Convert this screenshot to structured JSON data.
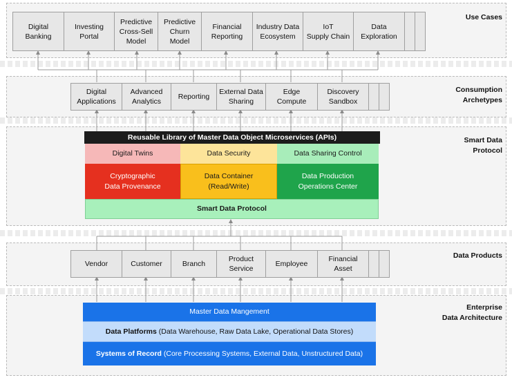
{
  "layers": {
    "use_cases": "Use Cases",
    "consumption": "Consumption\nArchetypes",
    "smart": "Smart Data\nProtocol",
    "data_products": "Data Products",
    "enterprise": "Enterprise\nData  Architecture"
  },
  "use_cases": [
    "Digital\nBanking",
    "Investing\nPortal",
    "Predictive\nCross-Sell\nModel",
    "Predictive\nChurn\nModel",
    "Financial\nReporting",
    "Industry Data\nEcosystem",
    "IoT\nSupply Chain",
    "Data\nExploration"
  ],
  "consumption": [
    "Digital\nApplications",
    "Advanced\nAnalytics",
    "Reporting",
    "External Data\nSharing",
    "Edge\nCompute",
    "Discovery\nSandbox"
  ],
  "smart_protocol": {
    "library": "Reusable Library of Master Data Object Microservices (APIs)",
    "twins": "Digital Twins",
    "security": "Data Security",
    "sharing": "Data Sharing Control",
    "provenance": "Cryptographic\nData Provenance",
    "container": "Data Container\n(Read/Write)",
    "production": "Data Production\nOperations Center",
    "protocol": "Smart Data Protocol"
  },
  "data_products": [
    "Vendor",
    "Customer",
    "Branch",
    "Product\nService",
    "Employee",
    "Financial\nAsset"
  ],
  "enterprise": {
    "mdm": "Master Data Mangement",
    "platforms_bold": "Data Platforms",
    "platforms_rest": " (Data Warehouse, Raw Data Lake, Operational Data Stores)",
    "sor_bold": "Systems of Record",
    "sor_rest": " (Core Processing Systems, External Data, Unstructured Data)"
  },
  "colors": {
    "library": "#1c1c1c",
    "twins": "#f6b8b8",
    "security": "#fde49a",
    "sharing": "#a8edba",
    "provenance": "#e5301f",
    "container": "#f9bf1c",
    "production": "#1fa44b",
    "protocol": "#a8f0bb",
    "mdm": "#1a73e8",
    "platforms": "#c2dcfb",
    "sor": "#1a73e8"
  }
}
